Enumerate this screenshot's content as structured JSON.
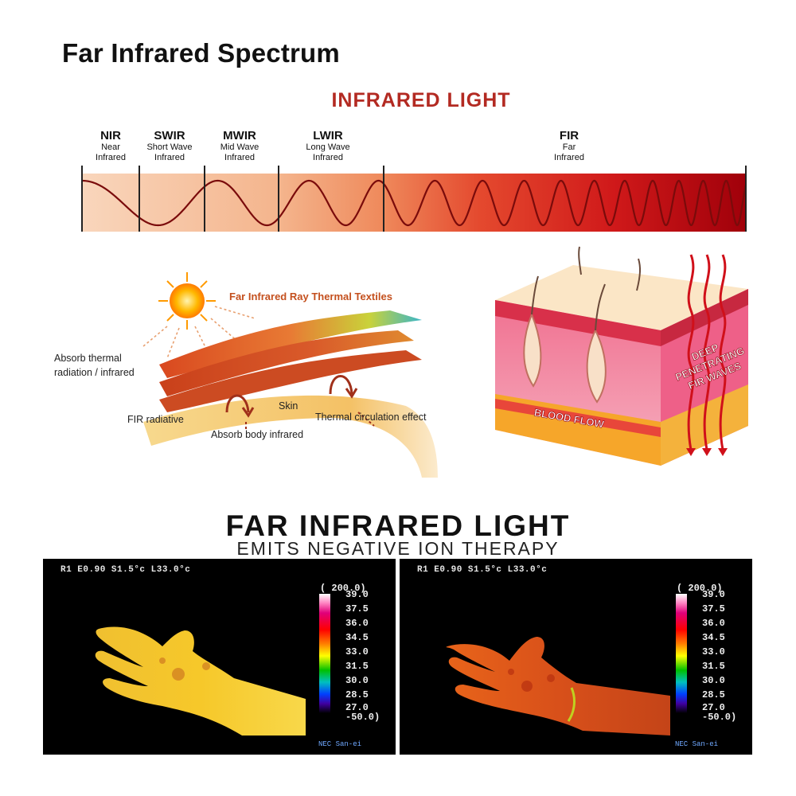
{
  "title": "Far Infrared Spectrum",
  "infrared_heading": "INFRARED LIGHT",
  "bands": [
    {
      "abbr": "NIR",
      "line1": "Near",
      "line2": "Infrared"
    },
    {
      "abbr": "SWIR",
      "line1": "Short Wave",
      "line2": "Infrared"
    },
    {
      "abbr": "MWIR",
      "line1": "Mid Wave",
      "line2": "Infrared"
    },
    {
      "abbr": "LWIR",
      "line1": "Long Wave",
      "line2": "Infrared"
    },
    {
      "abbr": "FIR",
      "line1": "Far",
      "line2": "Infrared"
    }
  ],
  "textile_diagram": {
    "title": "Far Infrared Ray Thermal Textiles",
    "absorb_thermal_line1": "Absorb thermal",
    "absorb_thermal_line2": "radiation / infrared",
    "fir_radiative": "FIR radiative",
    "skin": "Skin",
    "absorb_body_infrared": "Absorb body infrared",
    "thermal_circulation": "Thermal circulation effect"
  },
  "skin_diagram": {
    "waves_line1": "DEEP",
    "waves_line2": "PENETRATING",
    "waves_line3": "FIR WAVES",
    "blood_flow": "BLOOD FLOW"
  },
  "fir_heading": "FAR INFRARED LIGHT",
  "fir_subheading": "EMITS NEGATIVE ION THERAPY",
  "thermal_panels": [
    {
      "header": "R1 E0.90 S1.5°c  L33.0°c",
      "range": "( 200.0)",
      "scale": [
        "39.0",
        "37.5",
        "36.0",
        "34.5",
        "33.0",
        "31.5",
        "30.0",
        "28.5",
        "27.0"
      ],
      "range_bottom": "-50.0)",
      "footer": "NEC San-ei"
    },
    {
      "header": "R1 E0.90 S1.5°c  L33.0°c",
      "range": "( 200.0)",
      "scale": [
        "39.0",
        "37.5",
        "36.0",
        "34.5",
        "33.0",
        "31.5",
        "30.0",
        "28.5",
        "27.0"
      ],
      "range_bottom": "-50.0)",
      "footer": "NEC San-ei"
    }
  ],
  "colors": {
    "accent_red": "#b32a22",
    "spectrum_light": "#f8d2b6",
    "spectrum_dark": "#b3000b",
    "wave_stroke": "#7a0b0b"
  }
}
